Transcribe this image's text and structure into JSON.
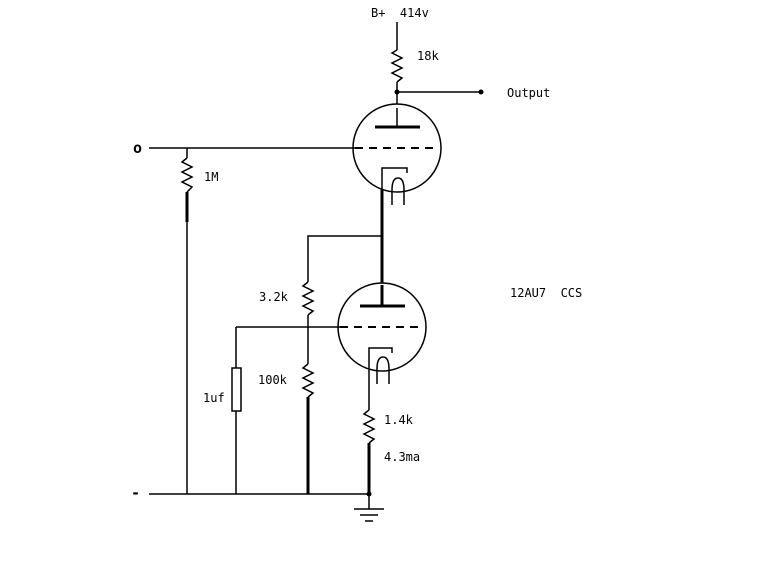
{
  "labels": {
    "supply": "B+  414v",
    "plate_resistor": "18k",
    "output": "Output",
    "input_terminal": "o",
    "grid_resistor": "1M",
    "ccs_label": "12AU7  CCS",
    "bias_upper_resistor": "3.2k",
    "bias_lower_resistor": "100k",
    "bypass_capacitor": "1uf",
    "cathode_resistor": "1.4k",
    "current": "4.3ma",
    "ground_terminal": "-"
  }
}
